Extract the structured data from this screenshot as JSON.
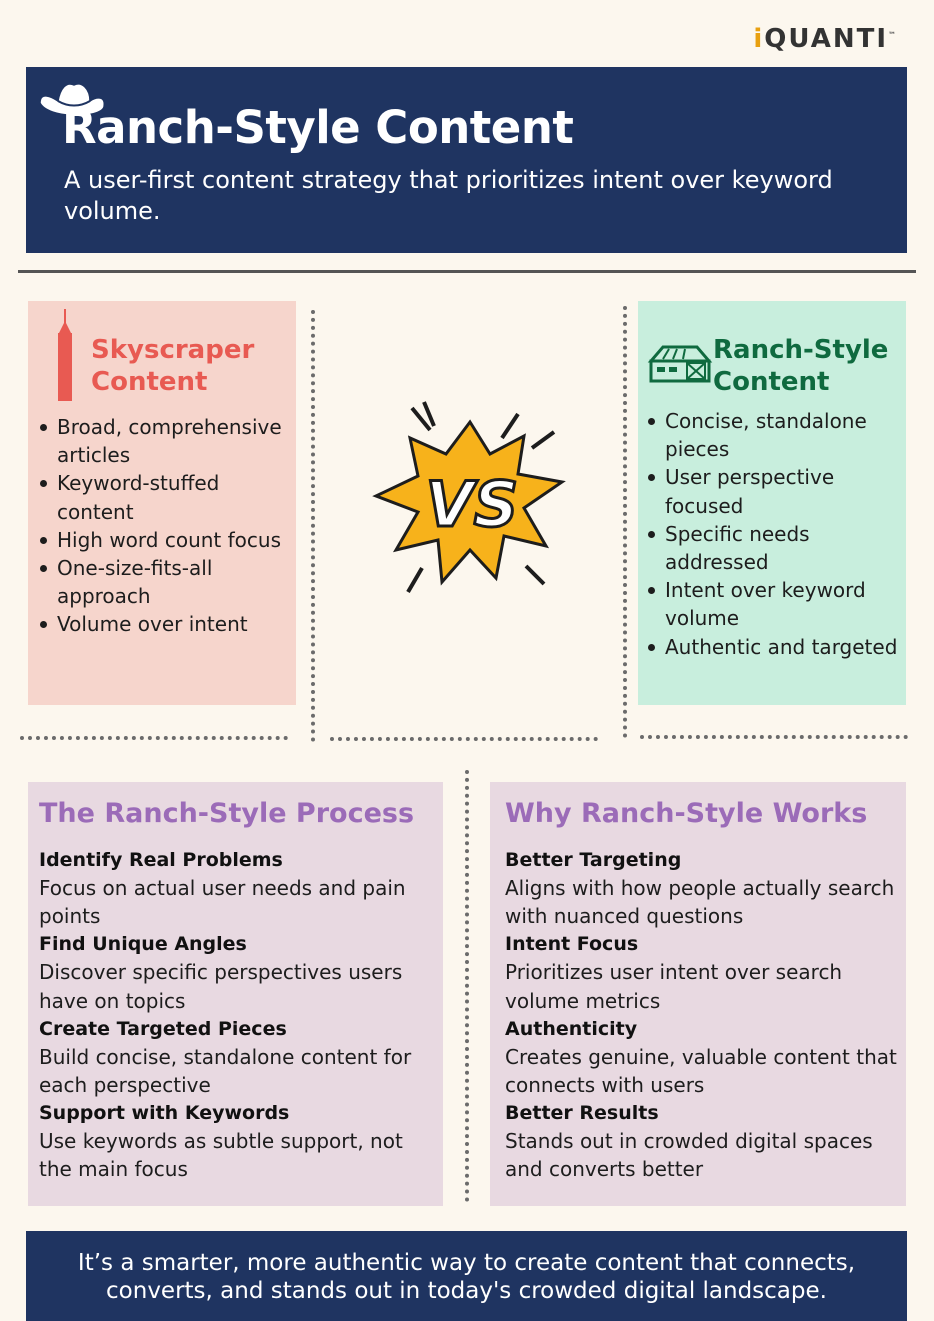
{
  "brand": {
    "logo_prefix": "i",
    "logo_rest": "QUANTI",
    "trademark": "™"
  },
  "header": {
    "title": "Ranch-Style Content",
    "subtitle": "A user-first content strategy that prioritizes intent over keyword volume."
  },
  "skyscraper": {
    "title_line1": "Skyscraper",
    "title_line2": "Content",
    "bullets": [
      "Broad, comprehensive articles",
      "Keyword-stuffed content",
      "High word count focus",
      "One-size-fits-all approach",
      "Volume over intent"
    ]
  },
  "vs_label": "VS",
  "ranch": {
    "title_line1": "Ranch-Style",
    "title_line2": "Content",
    "bullets": [
      "Concise, standalone pieces",
      "User perspective focused",
      "Specific needs addressed",
      "Intent over keyword volume",
      "Authentic and targeted"
    ]
  },
  "process": {
    "title": "The Ranch-Style Process",
    "items": [
      {
        "heading": "Identify Real Problems",
        "text": "Focus on actual user needs and pain points"
      },
      {
        "heading": "Find Unique Angles",
        "text": "Discover specific perspectives users have on topics"
      },
      {
        "heading": "Create Targeted Pieces",
        "text": "Build concise, standalone content for each perspective"
      },
      {
        "heading": "Support with Keywords",
        "text": "Use keywords as subtle support, not the main focus"
      }
    ]
  },
  "why": {
    "title": "Why Ranch-Style Works",
    "items": [
      {
        "heading": "Better Targeting",
        "text": "Aligns with how people actually search with nuanced questions"
      },
      {
        "heading": "Intent Focus",
        "text": "Prioritizes user intent over search volume metrics"
      },
      {
        "heading": "Authenticity",
        "text": "Creates genuine, valuable content that connects with users"
      },
      {
        "heading": "Better Results",
        "text": "Stands out in crowded digital spaces and converts better"
      }
    ]
  },
  "footer": {
    "line1": "It’s a smarter, more authentic way to create content that connects,",
    "line2": "converts, and stands out in today's crowded digital landscape."
  },
  "colors": {
    "navy": "#1f3461",
    "skyscraper_bg": "#f6d5cc",
    "skyscraper_accent": "#e85a52",
    "ranch_bg": "#c8eedd",
    "ranch_accent": "#0f6a3f",
    "panel_bg": "#e8d9e1",
    "panel_heading": "#9b6bb8",
    "vs_yellow": "#f7b21b"
  }
}
